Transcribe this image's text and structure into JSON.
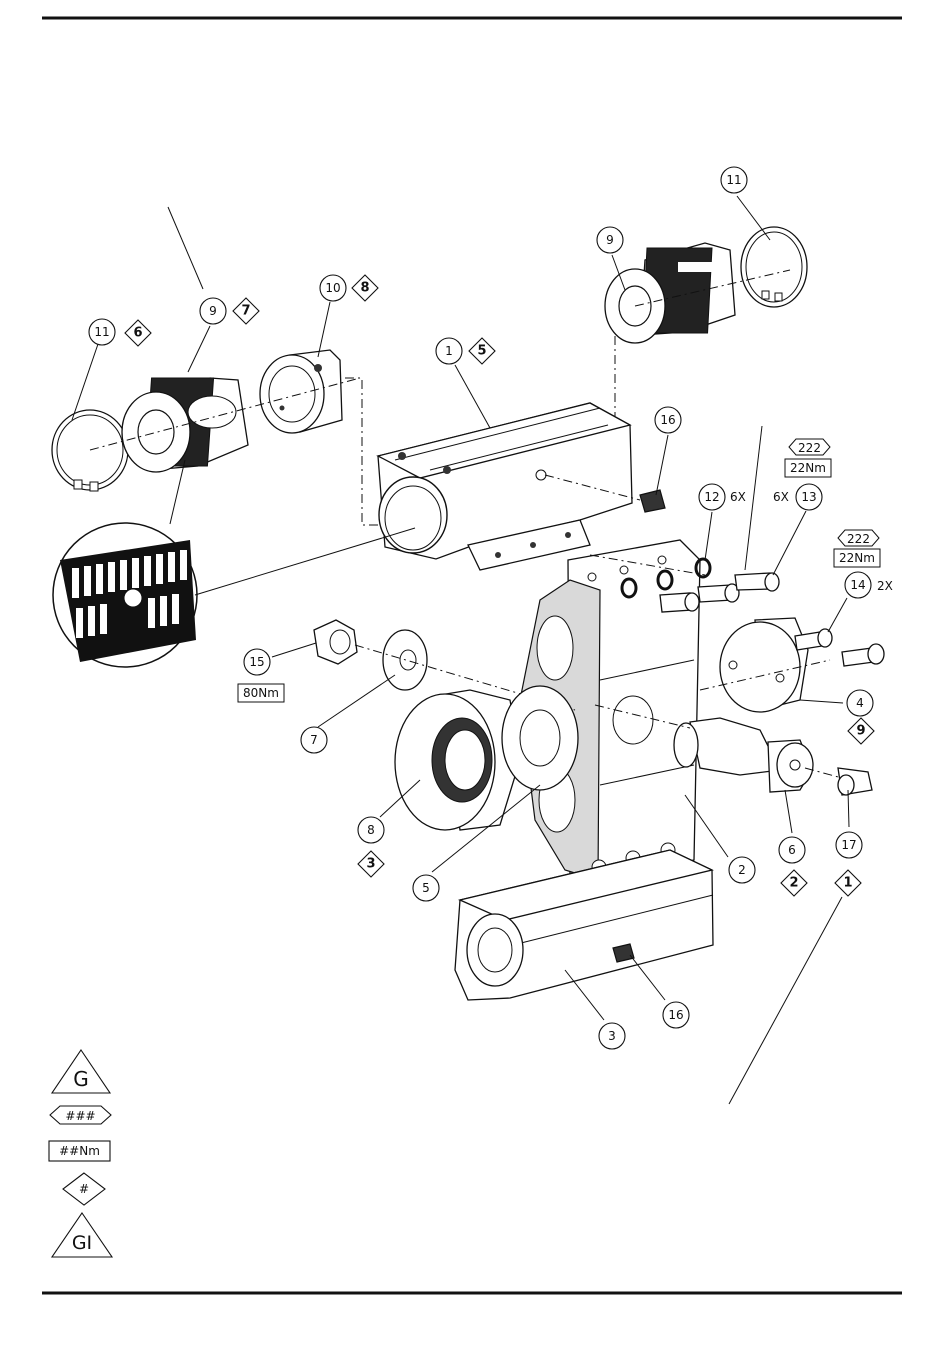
{
  "balloons": [
    {
      "id": "b11-left",
      "label": "11"
    },
    {
      "id": "b9-left",
      "label": "9"
    },
    {
      "id": "b10",
      "label": "10"
    },
    {
      "id": "b1",
      "label": "1"
    },
    {
      "id": "b9-right",
      "label": "9"
    },
    {
      "id": "b11-right",
      "label": "11"
    },
    {
      "id": "b16-top",
      "label": "16"
    },
    {
      "id": "b12",
      "label": "12"
    },
    {
      "id": "b13",
      "label": "13"
    },
    {
      "id": "b14",
      "label": "14"
    },
    {
      "id": "b15",
      "label": "15"
    },
    {
      "id": "b7",
      "label": "7"
    },
    {
      "id": "b4",
      "label": "4"
    },
    {
      "id": "b8",
      "label": "8"
    },
    {
      "id": "b5",
      "label": "5"
    },
    {
      "id": "b2",
      "label": "2"
    },
    {
      "id": "b6",
      "label": "6"
    },
    {
      "id": "b17",
      "label": "17"
    },
    {
      "id": "b3",
      "label": "3"
    },
    {
      "id": "b16-bottom",
      "label": "16"
    }
  ],
  "diamonds": [
    {
      "id": "d6",
      "label": "6"
    },
    {
      "id": "d7",
      "label": "7"
    },
    {
      "id": "d8",
      "label": "8"
    },
    {
      "id": "d5",
      "label": "5"
    },
    {
      "id": "d9",
      "label": "9"
    },
    {
      "id": "d3",
      "label": "3"
    },
    {
      "id": "d2",
      "label": "2"
    },
    {
      "id": "d1",
      "label": "1"
    }
  ],
  "callouts": {
    "qty_12": "6X",
    "qty_13": "6X",
    "qty_14": "2X",
    "adhesive_13": "222",
    "torque_13": "22Nm",
    "adhesive_14": "222",
    "torque_14": "22Nm",
    "torque_15": "80Nm"
  },
  "legend": {
    "grease_symbol": "G",
    "adhesive_symbol": "###",
    "torque_symbol": "##Nm",
    "subassembly_symbol": "#",
    "grease_interval_symbol": "GI"
  }
}
